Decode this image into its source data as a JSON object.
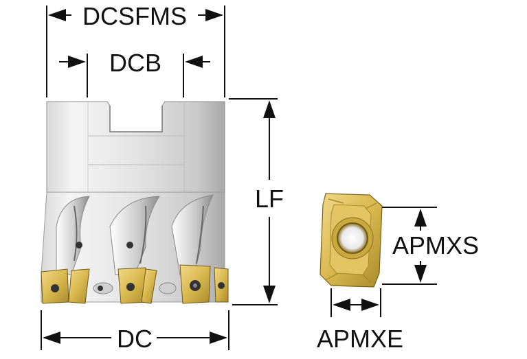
{
  "dimensions": {
    "dcsfms": "DCSFMS",
    "dcb": "DCB",
    "lf": "LF",
    "dc": "DC",
    "apmxs": "APMXS",
    "apmxe": "APMXE"
  },
  "colors": {
    "body_light": "#eeeeee",
    "body_mid": "#cfcfcf",
    "body_dark": "#9a9a9a",
    "insert_gold": "#d9b84e",
    "insert_dark": "#a88a2a",
    "line": "#111111"
  }
}
